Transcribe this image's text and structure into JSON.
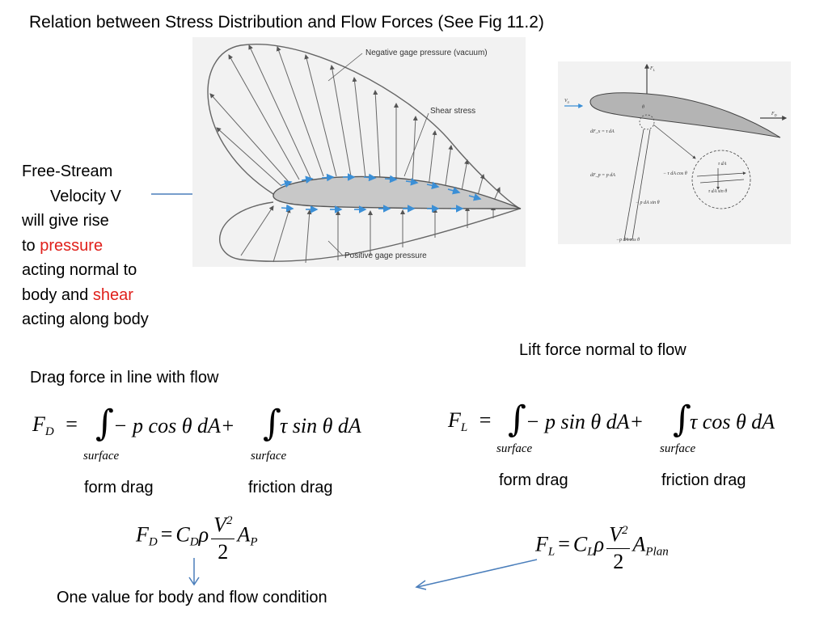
{
  "title": "Relation between Stress Distribution and Flow Forces (See Fig 11.2)",
  "left_text": {
    "line1": "Free-Stream",
    "line2": "Velocity V",
    "line3": "will give rise",
    "line4_pre": "to ",
    "line4_red": "pressure",
    "line5": "acting normal to",
    "line6_pre": "body and ",
    "line6_red": "shear",
    "line7": "acting along body"
  },
  "figure_left": {
    "label_negative": "Negative gage pressure (vacuum)",
    "label_shear": "Shear stress",
    "label_positive": "Positive gage pressure"
  },
  "figure_right": {
    "label_fl": "F",
    "label_fl_sub": "L",
    "label_v0": "V",
    "label_v0_sub": "0",
    "label_fd": "F",
    "label_fd_sub": "D",
    "label_theta": "θ",
    "label_dfx": "dF_x = τ dA",
    "label_dfp": "dF_p = p dA",
    "label_tau_da": "τ dA",
    "label_tau_cos": "− τ dA cos θ",
    "label_tau_sin": "τ dA sin θ",
    "label_p_sin": "− p dA sin θ",
    "label_p_cos": "−p dA cos θ"
  },
  "lift_heading": "Lift force normal to flow",
  "drag_heading": "Drag force in line with flow",
  "drag_eq": {
    "lhs": "F",
    "lhs_sub": "D",
    "eq": "=",
    "term1": "− p cos θ dA+",
    "term2": "τ sin θ dA",
    "under1": "surface",
    "under2": "surface"
  },
  "lift_eq": {
    "lhs": "F",
    "lhs_sub": "L",
    "eq": "=",
    "term1": "− p sin θ dA+",
    "term2": "τ cos θ dA",
    "under1": "surface",
    "under2": "surface"
  },
  "drag_labels": {
    "form": "form drag",
    "friction": "friction drag"
  },
  "lift_labels": {
    "form": "form drag",
    "friction": "friction drag"
  },
  "drag_coef": {
    "lhs": "F",
    "lhs_sub": "D",
    "eq": "=",
    "c": "C",
    "c_sub": "D",
    "rho": "ρ",
    "num": "V",
    "num_sup": "2",
    "den": "2",
    "a": "A",
    "a_sub": "P"
  },
  "lift_coef": {
    "lhs": "F",
    "lhs_sub": "L",
    "eq": "=",
    "c": "C",
    "c_sub": "L",
    "rho": "ρ",
    "num": "V",
    "num_sup": "2",
    "den": "2",
    "a": "A",
    "a_sub": "Plan"
  },
  "bottom_text": "One value for body and flow condition",
  "colors": {
    "red_text": "#e0201b",
    "arrow_blue": "#4a7ebb",
    "shear_blue": "#3b8fd6",
    "airfoil_fill": "#c8c8c8"
  }
}
